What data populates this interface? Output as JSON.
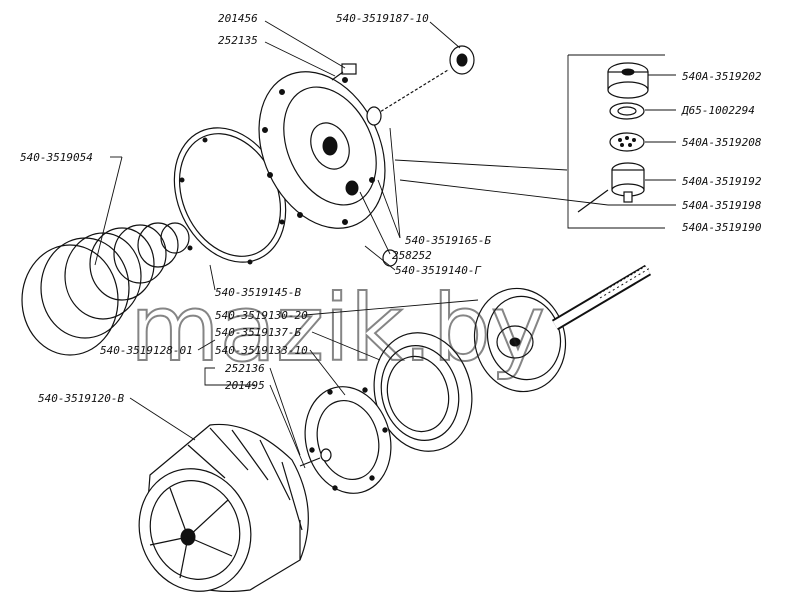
{
  "watermark": "mazik.by",
  "labels": [
    {
      "id": "l201456",
      "text": "201456"
    },
    {
      "id": "l252135",
      "text": "252135"
    },
    {
      "id": "l3519187",
      "text": "540-3519187-10"
    },
    {
      "id": "l3519202",
      "text": "540А-3519202"
    },
    {
      "id": "l1002294",
      "text": "Д65-1002294"
    },
    {
      "id": "l3519208",
      "text": "540А-3519208"
    },
    {
      "id": "l3519192",
      "text": "540А-3519192"
    },
    {
      "id": "l3519198",
      "text": "540А-3519198"
    },
    {
      "id": "l3519190",
      "text": "540А-3519190"
    },
    {
      "id": "l3519054",
      "text": "540-3519054"
    },
    {
      "id": "l3519165",
      "text": "540-3519165-Б"
    },
    {
      "id": "l258252",
      "text": "258252"
    },
    {
      "id": "l3519140",
      "text": "540-3519140-Г"
    },
    {
      "id": "l3519145",
      "text": "540-3519145-В"
    },
    {
      "id": "l3519130",
      "text": "540-3519130-20"
    },
    {
      "id": "l3519137",
      "text": "540-3519137-Б"
    },
    {
      "id": "l3519128",
      "text": "540-3519128-01"
    },
    {
      "id": "l3519133",
      "text": "540-3519133-10"
    },
    {
      "id": "l252136",
      "text": "252136"
    },
    {
      "id": "l201495",
      "text": "201495"
    },
    {
      "id": "l3519120",
      "text": "540-3519120-В"
    }
  ]
}
